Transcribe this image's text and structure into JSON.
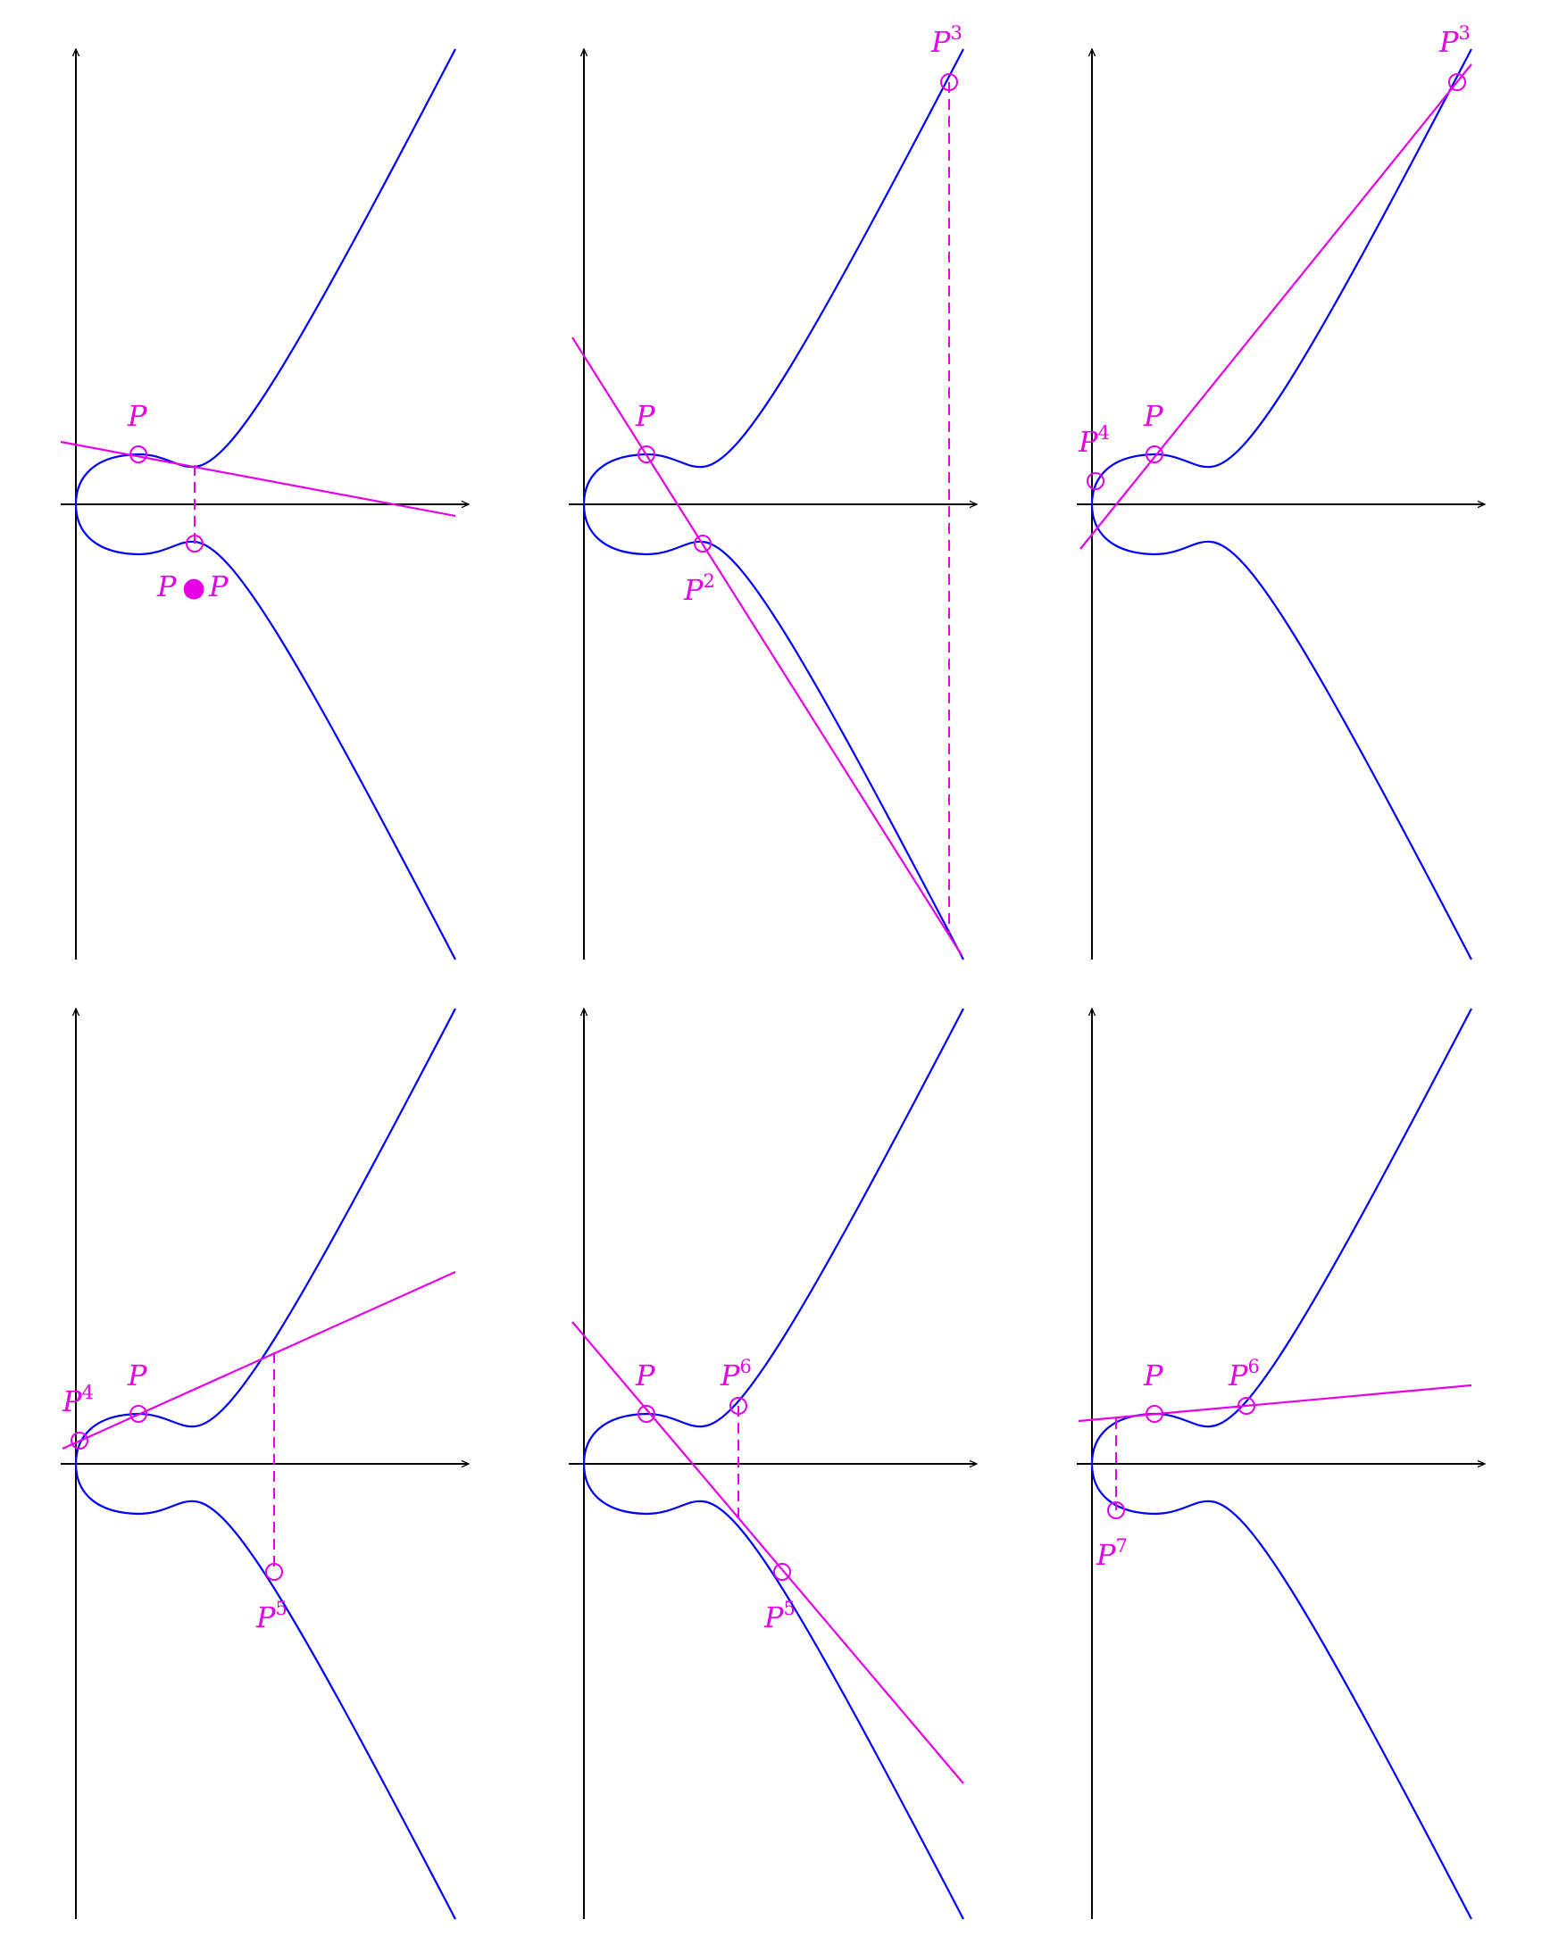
{
  "colors": {
    "curve": "#0000ff",
    "construction": "#e600e6",
    "axis": "#000000"
  },
  "panels": [
    {
      "id": "panel-1",
      "labels": {
        "p": "P",
        "p_dot_p": {
          "left": "P",
          "op": "●",
          "right": "P"
        }
      }
    },
    {
      "id": "panel-2",
      "labels": {
        "p": "P",
        "p2": {
          "base": "P",
          "exp": "2"
        },
        "p3": {
          "base": "P",
          "exp": "3"
        }
      }
    },
    {
      "id": "panel-3",
      "labels": {
        "p": "P",
        "p4": {
          "base": "P",
          "exp": "4"
        },
        "p3": {
          "base": "P",
          "exp": "3"
        }
      }
    },
    {
      "id": "panel-4",
      "labels": {
        "p": "P",
        "p4": {
          "base": "P",
          "exp": "4"
        },
        "p5": {
          "base": "P",
          "exp": "5"
        }
      }
    },
    {
      "id": "panel-5",
      "labels": {
        "p": "P",
        "p6": {
          "base": "P",
          "exp": "6"
        },
        "p5": {
          "base": "P",
          "exp": "5"
        }
      }
    },
    {
      "id": "panel-6",
      "labels": {
        "p": "P",
        "p6": {
          "base": "P",
          "exp": "6"
        },
        "p7": {
          "base": "P",
          "exp": "7"
        }
      }
    }
  ]
}
